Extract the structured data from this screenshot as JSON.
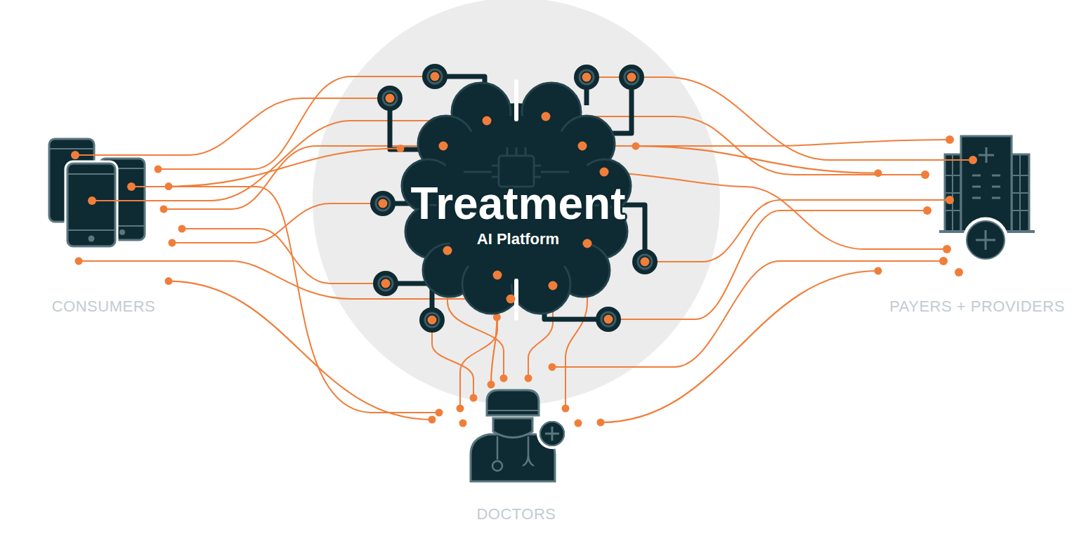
{
  "diagram": {
    "nodes": [
      {
        "text": [
          "CONSUMERS"
        ]
      },
      {
        "text": [
          "Treatment",
          "AI Platform"
        ]
      },
      {
        "text": [
          "PAYERS + PROVIDERS"
        ]
      },
      {
        "text": [
          "DOCTORS"
        ]
      }
    ],
    "edges": [
      {
        "from": 0,
        "to": 1,
        "arrow": "none"
      },
      {
        "from": 1,
        "to": 2,
        "arrow": "none"
      },
      {
        "from": 1,
        "to": 3,
        "arrow": "none"
      },
      {
        "from": 0,
        "to": 3,
        "arrow": "none"
      },
      {
        "from": 3,
        "to": 2,
        "arrow": "none"
      }
    ]
  }
}
